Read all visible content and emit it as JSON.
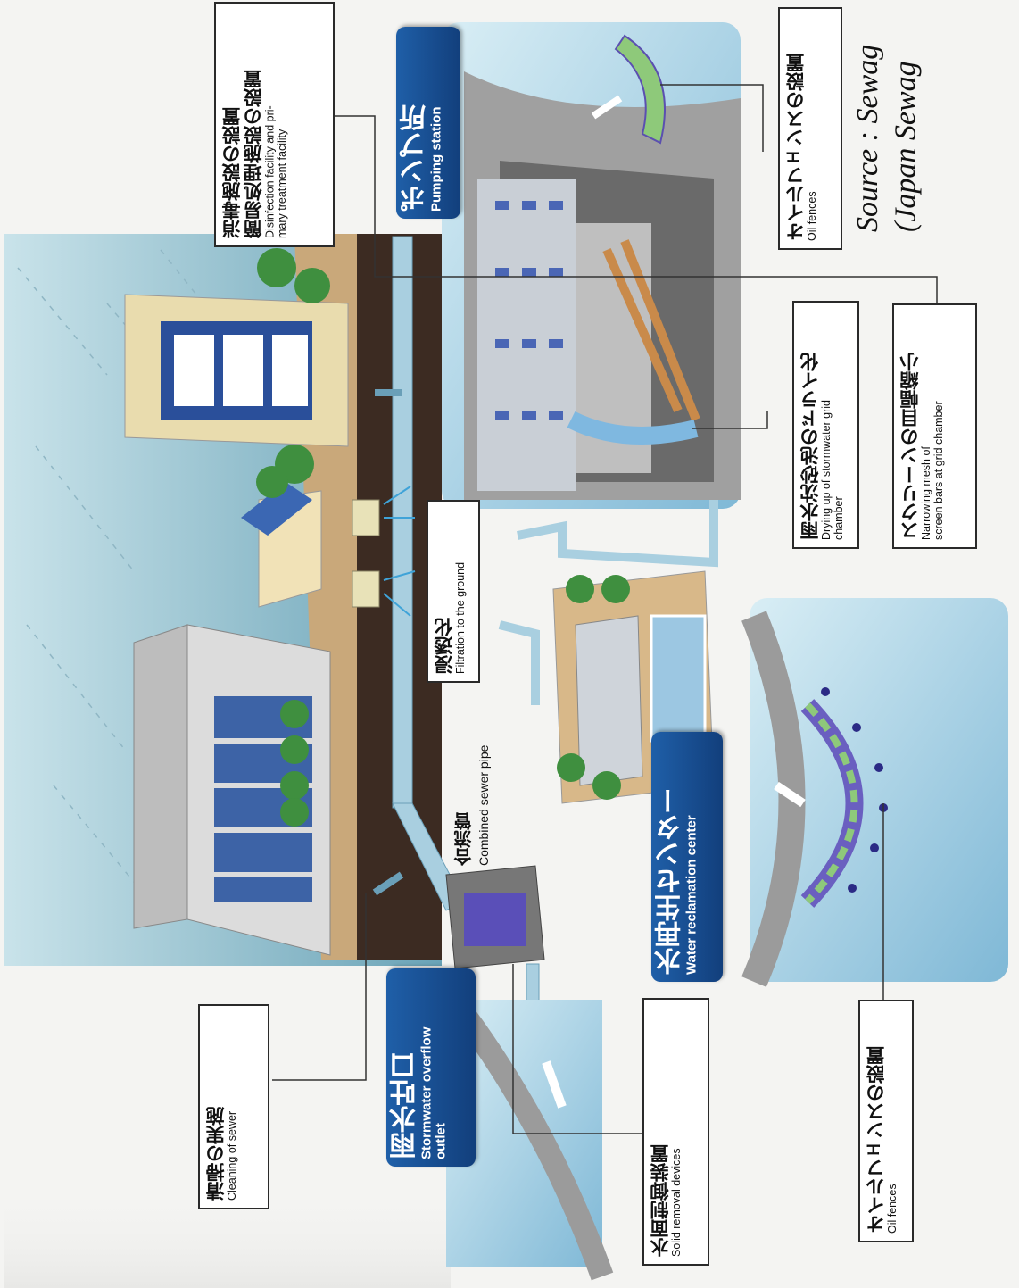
{
  "callouts": {
    "cleaning": {
      "jp": "清掃の実施",
      "en": "Cleaning of sewer"
    },
    "disinfection": {
      "jp1": "消毒施設の設置",
      "jp2": "簡易処理施設の設置",
      "en1": "Disinfection facility and pri-",
      "en2": "mary treatment facility"
    },
    "oil_fences_top": {
      "jp": "オイルフェンスの設置",
      "en": "Oil fences"
    },
    "drying": {
      "jp": "雨水沈砂池のドライ化",
      "en1": "Drying up of stormwater grid",
      "en2": "chamber"
    },
    "screen": {
      "jp": "スクリーンの目幅縮小",
      "en1": "Narrowing mesh of",
      "en2": "screen bars at grid chamber"
    },
    "filtration": {
      "jp": "浸透化",
      "en": "Filtration to the ground"
    },
    "solid": {
      "jp": "水面制御装置",
      "en": "Solid removal devices"
    },
    "oil_fences_bottom": {
      "jp": "オイルフェンスの設置",
      "en": "Oil fences"
    }
  },
  "badges": {
    "pumping": {
      "jp": "ポンプ所",
      "en": "Pumping station"
    },
    "reclamation": {
      "jp": "水再生センター",
      "en": "Water reclamation center"
    },
    "stormwater": {
      "jp": "雨水吐口",
      "en1": "Stormwater overflow",
      "en2": "outlet"
    }
  },
  "labels": {
    "combined": {
      "jp": "合流管",
      "en": "Combined  sewer pipe"
    }
  },
  "source": {
    "line1": "Source : Sewag",
    "line2": "(Japan Sewag"
  }
}
